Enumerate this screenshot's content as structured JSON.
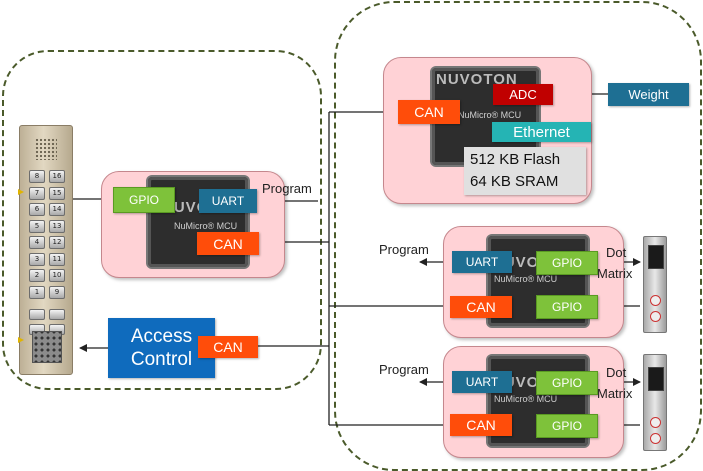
{
  "brand": "NUVOTON",
  "mcu_label": "NuMicro® MCU",
  "main_board": {
    "can": "CAN",
    "adc": "ADC",
    "ethernet": "Ethernet",
    "flash": "512 KB Flash",
    "sram": "64 KB SRAM",
    "weight": "Weight"
  },
  "car_board": {
    "gpio": "GPIO",
    "uart": "UART",
    "can": "CAN",
    "program": "Program"
  },
  "floor_boards": [
    {
      "program": "Program",
      "uart": "UART",
      "gpio_out": "GPIO",
      "can": "CAN",
      "gpio_in": "GPIO",
      "dot": "Dot",
      "matrix": "Matrix"
    },
    {
      "program": "Program",
      "uart": "UART",
      "gpio_out": "GPIO",
      "can": "CAN",
      "gpio_in": "GPIO",
      "dot": "Dot",
      "matrix": "Matrix"
    }
  ],
  "access_control": {
    "line1": "Access",
    "line2": "Control",
    "can": "CAN"
  },
  "keypad": [
    "8",
    "16",
    "7",
    "15",
    "6",
    "14",
    "5",
    "13",
    "4",
    "12",
    "3",
    "11",
    "2",
    "10",
    "1",
    "9"
  ],
  "colors": {
    "gpio": "#7ec23a",
    "uart": "#1e6f93",
    "can": "#ff4d0a",
    "adc": "#c00000",
    "ethernet": "#25b4b4",
    "access": "#0f6bbd",
    "board": "#ffd2d6"
  }
}
